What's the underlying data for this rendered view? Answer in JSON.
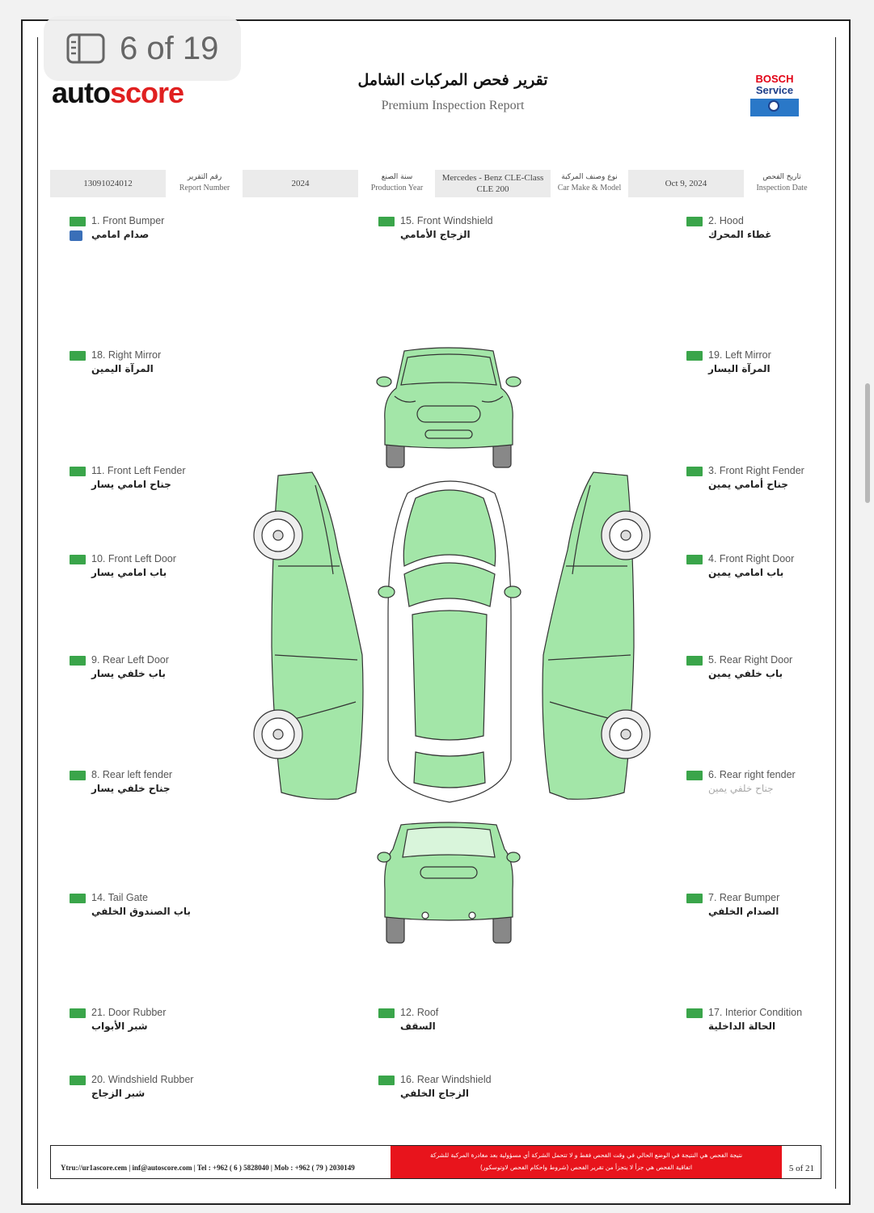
{
  "viewer": {
    "page_indicator": "6 of 19"
  },
  "header": {
    "logo_part1": "auto",
    "logo_part2": "score",
    "title_ar": "تقرير فحص المركبات الشامل",
    "title_en": "Premium Inspection Report",
    "partner_line1": "BOSCH",
    "partner_line2": "Service"
  },
  "info": {
    "report_number": {
      "value": "13091024012",
      "label_ar": "رقم التقرير",
      "label_en": "Report Number"
    },
    "production_year": {
      "value": "2024",
      "label_ar": "سنة الصنع",
      "label_en": "Production Year"
    },
    "car_make_model": {
      "value_line1": "Mercedes - Benz CLE-Class",
      "value_line2": "CLE 200",
      "label_ar": "نوع وصنف المركبة",
      "label_en": "Car Make & Model"
    },
    "inspection_date": {
      "value": "Oct 9, 2024",
      "label_ar": "تاريخ الفحص",
      "label_en": "Inspection Date"
    }
  },
  "status_color": "#3aa54a",
  "car_fill_color": "#a3e6a8",
  "parts": [
    {
      "en": "1. Front Bumper",
      "ar": "صدام امامي"
    },
    {
      "en": "15. Front Windshield",
      "ar": "الزجاج الأمامي"
    },
    {
      "en": "2. Hood",
      "ar": "غطاء المحرك"
    },
    {
      "en": "18. Right Mirror",
      "ar": "المرآة اليمين"
    },
    {
      "en": "19. Left Mirror",
      "ar": "المرآة اليسار"
    },
    {
      "en": "11. Front Left Fender",
      "ar": "جناح امامي يسار"
    },
    {
      "en": "3. Front Right Fender",
      "ar": "جناح أمامي يمين"
    },
    {
      "en": "10. Front Left Door",
      "ar": "باب امامي يسار"
    },
    {
      "en": "4. Front Right Door",
      "ar": "باب امامي يمين"
    },
    {
      "en": "9. Rear Left Door",
      "ar": "باب خلفي يسار"
    },
    {
      "en": "5. Rear Right Door",
      "ar": "باب خلفي يمين"
    },
    {
      "en": "8. Rear left fender",
      "ar": "جناح خلفي يسار"
    },
    {
      "en": "6. Rear right fender",
      "ar": "جناح خلفي يمين"
    },
    {
      "en": "14. Tail Gate",
      "ar": "باب الصندوق الخلفي"
    },
    {
      "en": "7. Rear Bumper",
      "ar": "الصدام الخلفي"
    },
    {
      "en": "21. Door Rubber",
      "ar": "شبر الأبواب"
    },
    {
      "en": "12. Roof",
      "ar": "السقف"
    },
    {
      "en": "17. Interior Condition",
      "ar": "الحالة الداخلية"
    },
    {
      "en": "20. Windshield Rubber",
      "ar": "شبر الزجاج"
    },
    {
      "en": "16. Rear Windshield",
      "ar": "الزجاج الخلفي"
    }
  ],
  "footer": {
    "contact": "Ytru://ur1ascore.cem | inf@autoscore.com | Tel : +962 ( 6 ) 5828040 | Mob : +962 ( 79 ) 2030149",
    "disclaimer_line1": "نتيجة الفحص هي النتيجة في الوضع الحالي في وقت الفحص فقط و لا تتحمل الشركة أي مسؤولية بعد مغادرة المركبة للشركة",
    "disclaimer_line2": "اتفاقية الفحص هي جزأ لا يتجزأ من تقرير الفحص (شروط واحكام الفحص لاوتوسكور)",
    "page_number": "5 of 21"
  }
}
